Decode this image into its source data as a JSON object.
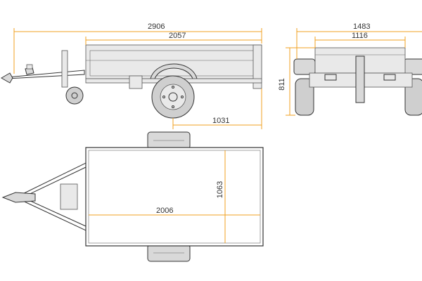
{
  "drawing": {
    "dimensions": {
      "side_overall_length": "2906",
      "side_box_length": "2057",
      "side_axle_to_rear": "1031",
      "rear_overall_width": "1483",
      "rear_box_width": "1116",
      "rear_height": "811",
      "top_inner_length": "2006",
      "top_inner_width": "1063"
    },
    "colors": {
      "dimension_line": "#f0a020",
      "outline": "#333333"
    }
  }
}
